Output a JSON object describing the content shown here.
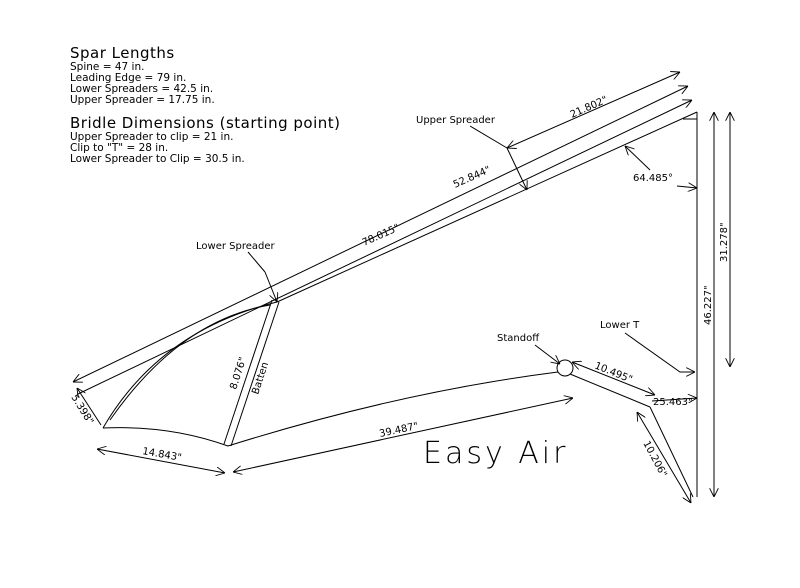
{
  "notes": {
    "spar_title": "Spar Lengths",
    "spar_items": [
      "Spine = 47 in.",
      "Leading Edge = 79 in.",
      "Lower Spreaders = 42.5 in.",
      "Upper Spreader = 17.75 in."
    ],
    "bridle_title": "Bridle Dimensions (starting point)",
    "bridle_items": [
      "Upper Spreader to clip = 21 in.",
      "Clip to \"T\" = 28 in.",
      "Lower Spreader to Clip = 30.5 in."
    ]
  },
  "labels": {
    "upper_spreader": "Upper Spreader",
    "lower_spreader": "Lower Spreader",
    "standoff": "Standoff",
    "lower_t": "Lower T",
    "batten": "Batten",
    "title": "Easy Air"
  },
  "dimensions": {
    "d21802": "21.802\"",
    "d52844": "52.844\"",
    "d78015": "78.015\"",
    "angle": "64.485°",
    "d31278": "31.278\"",
    "d46227": "46.227\"",
    "d10495": "10.495\"",
    "d25463": "25.463\"",
    "d10206": "10.206\"",
    "d39487": "39.487\"",
    "d14843": "14.843\"",
    "d8076": "8.076\"",
    "d5398": "5.398\""
  }
}
